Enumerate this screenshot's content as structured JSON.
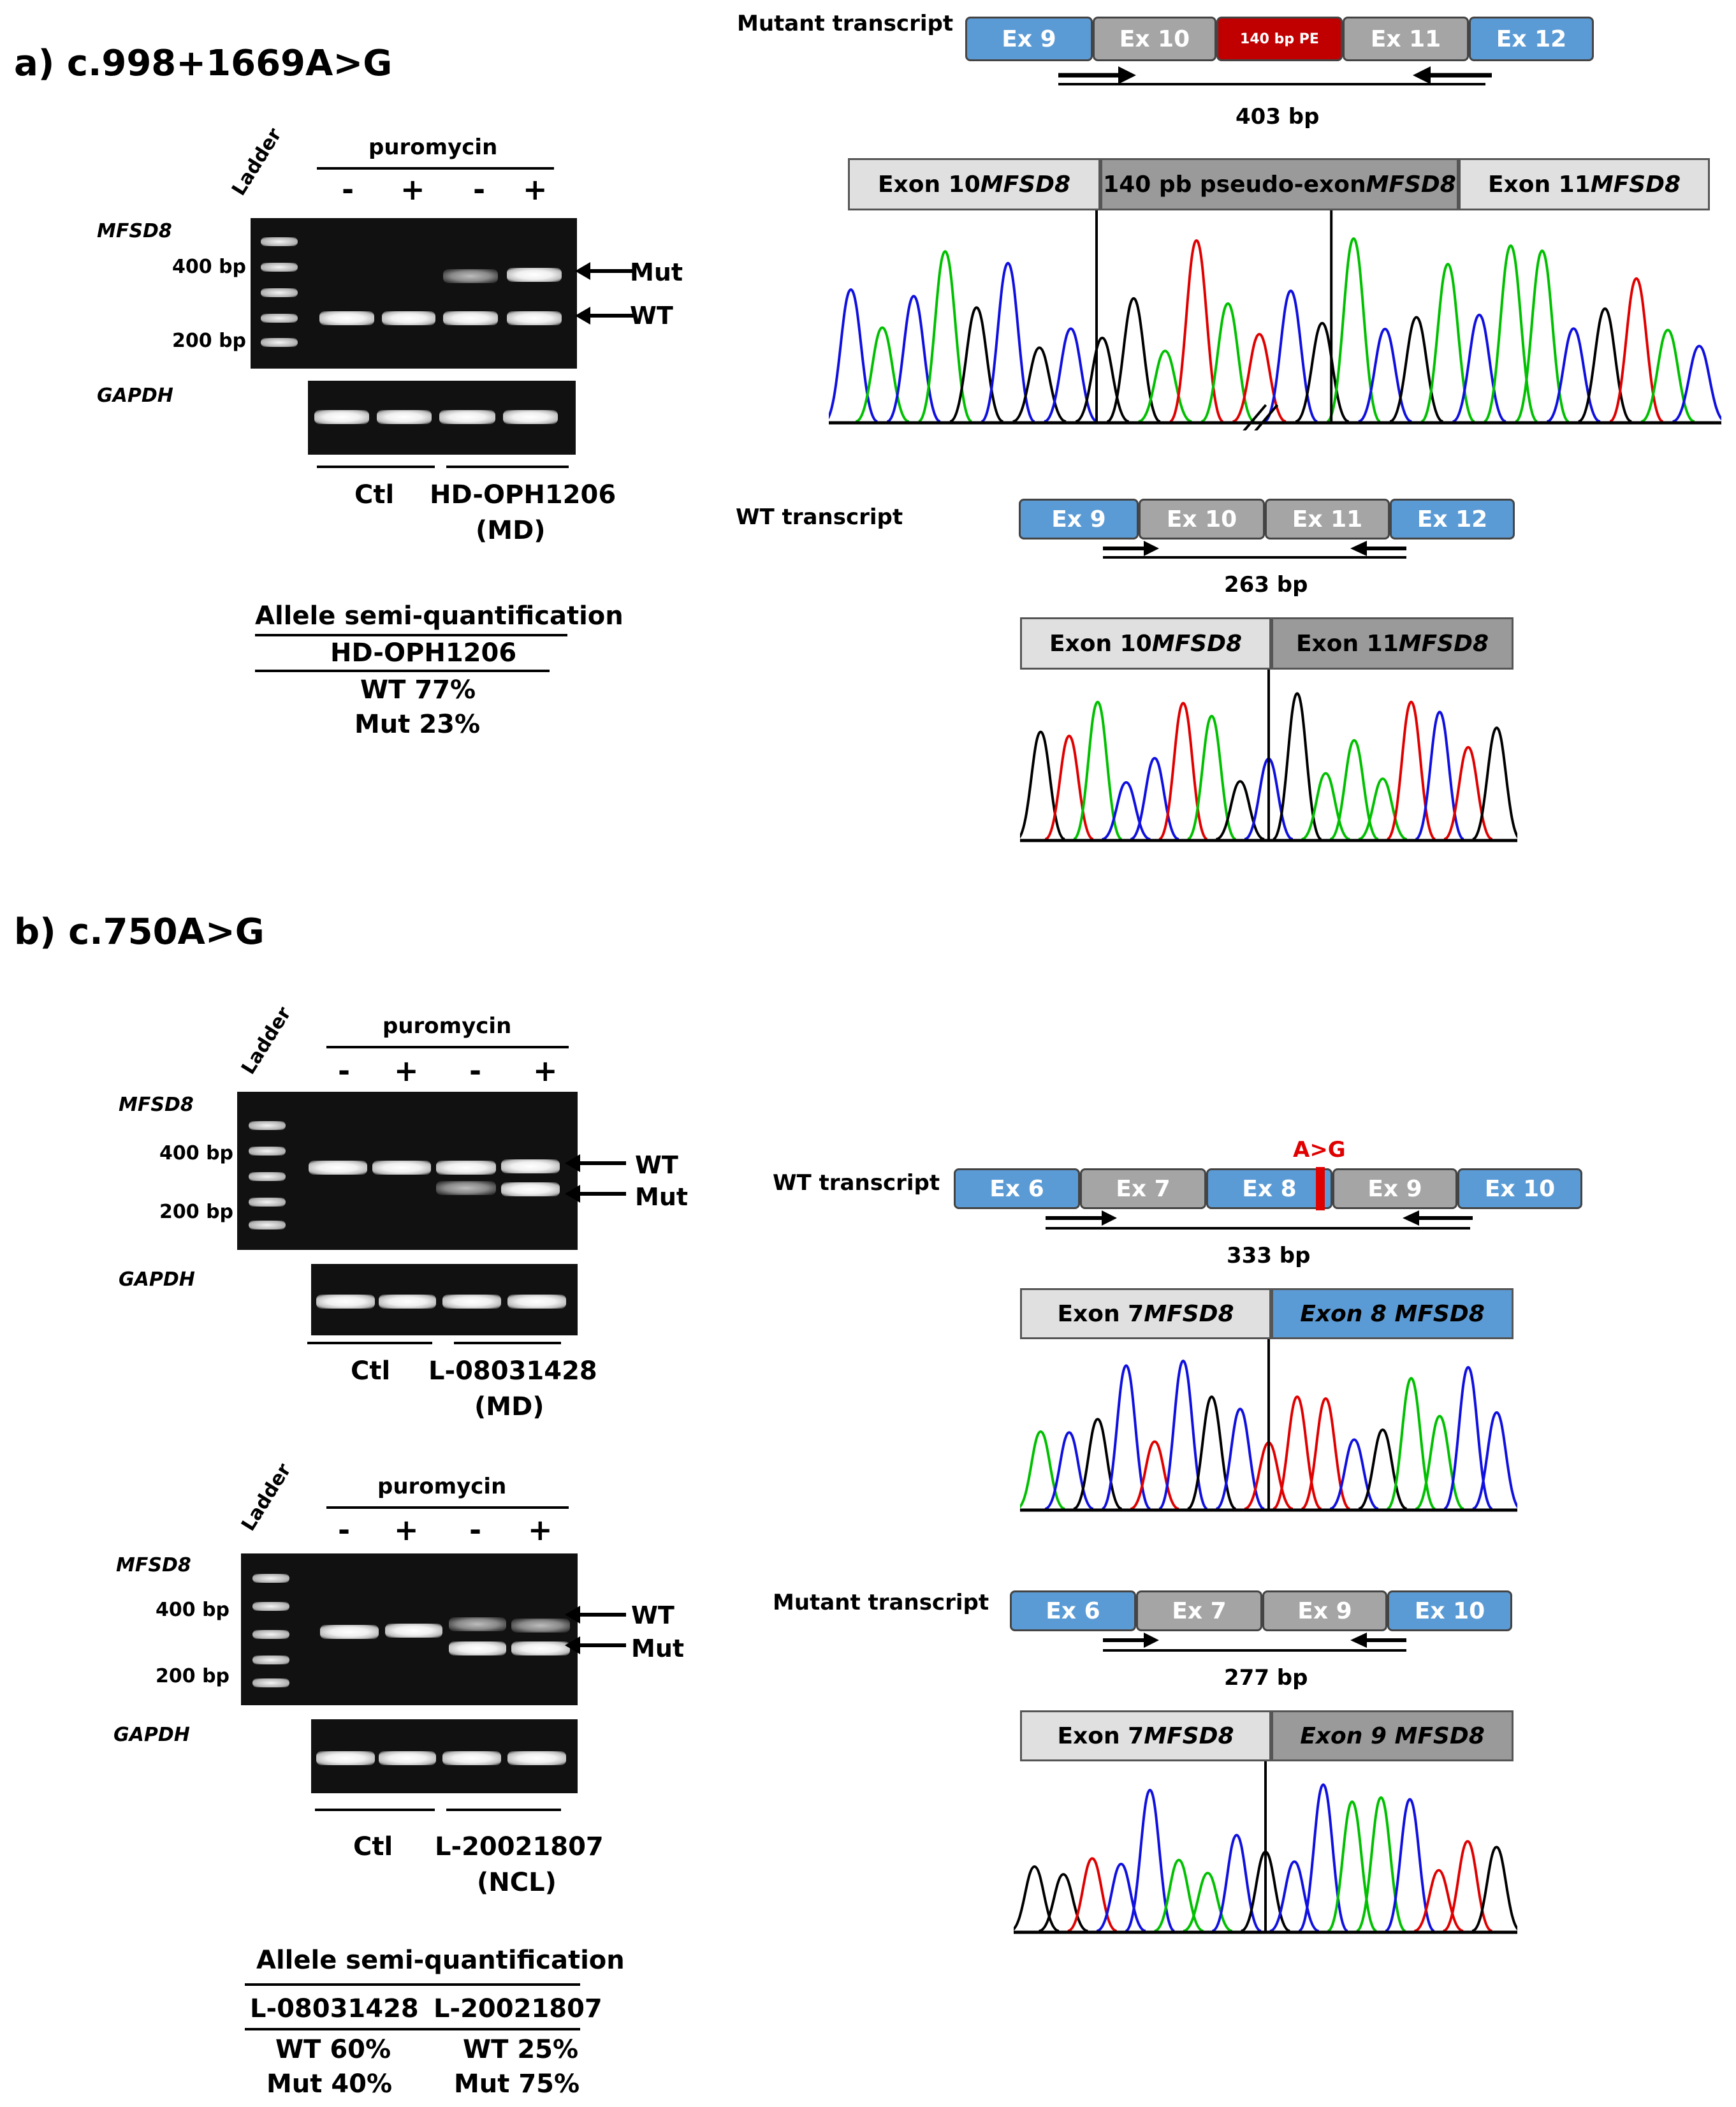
{
  "panel_a": {
    "title": "a)  c.998+1669A>G",
    "ladder": "Ladder",
    "puromycin": "puromycin",
    "lanes": [
      "-",
      "+",
      "-",
      "+"
    ],
    "gene": "MFSD8",
    "bp400": "400 bp",
    "bp200": "200 bp",
    "mut": "Mut",
    "wt": "WT",
    "gapdh": "GAPDH",
    "ctl": "Ctl",
    "sample": "HD-OPH1206",
    "sample_note": "(MD)",
    "semi_title": "Allele semi-quantification",
    "semi_sample": "HD-OPH1206",
    "semi_wt": "WT 77%",
    "semi_mut": "Mut 23%",
    "mut_transcript": "Mutant transcript",
    "mut_exons": [
      "Ex 9",
      "Ex 10",
      "140 bp PE",
      "Ex 11",
      "Ex 12"
    ],
    "mut_size": "403 bp",
    "mut_seq": {
      "left": "Exon 10 ",
      "left_i": "MFSD8",
      "mid": "140 pb pseudo-exon ",
      "mid_i": "MFSD8",
      "right": "Exon 11 ",
      "right_i": "MFSD8"
    },
    "wt_transcript": "WT transcript",
    "wt_exons": [
      "Ex 9",
      "Ex 10",
      "Ex 11",
      "Ex 12"
    ],
    "wt_size": "263 bp",
    "wt_seq": {
      "left": "Exon 10 ",
      "left_i": "MFSD8",
      "right": "Exon 11 ",
      "right_i": "MFSD8"
    }
  },
  "panel_b": {
    "title": "b) c.750A>G",
    "ladder": "Ladder",
    "puromycin": "puromycin",
    "lanes": [
      "-",
      "+",
      "-",
      "+"
    ],
    "gene": "MFSD8",
    "bp400": "400 bp",
    "bp200": "200 bp",
    "wt": "WT",
    "mut": "Mut",
    "gapdh": "GAPDH",
    "ctl": "Ctl",
    "sample1": "L-08031428",
    "sample1_note": "(MD)",
    "sample2": "L-20021807",
    "sample2_note": "(NCL)",
    "semi_title": "Allele semi-quantification",
    "semi_s1": "L-08031428",
    "semi_s2": "L-20021807",
    "semi_s1_wt": "WT 60%",
    "semi_s1_mut": "Mut 40%",
    "semi_s2_wt": "WT 25%",
    "semi_s2_mut": "Mut 75%",
    "wt_transcript": "WT transcript",
    "variant": "A>G",
    "wt_exons": [
      "Ex 6",
      "Ex 7",
      "Ex 8",
      "Ex 9",
      "Ex 10"
    ],
    "wt_size": "333 bp",
    "wt_seq": {
      "left": "Exon 7 ",
      "left_i": "MFSD8",
      "right": "Exon 8 MFSD8"
    },
    "mut_transcript": "Mutant transcript",
    "mut_exons": [
      "Ex 6",
      "Ex 7",
      "Ex 9",
      "Ex 10"
    ],
    "mut_size": "277 bp",
    "mut_seq": {
      "left": "Exon 7 ",
      "left_i": "MFSD8",
      "right": "Exon 9 MFSD8"
    }
  },
  "colors": {
    "blue_exon": "#5b9bd5",
    "grey_exon": "#a5a5a5",
    "pseudo_exon": "#c00000",
    "trace_a": "#00c000",
    "trace_c": "#1010e0",
    "trace_g": "#000000",
    "trace_t": "#e00000",
    "variant": "#e00000"
  }
}
